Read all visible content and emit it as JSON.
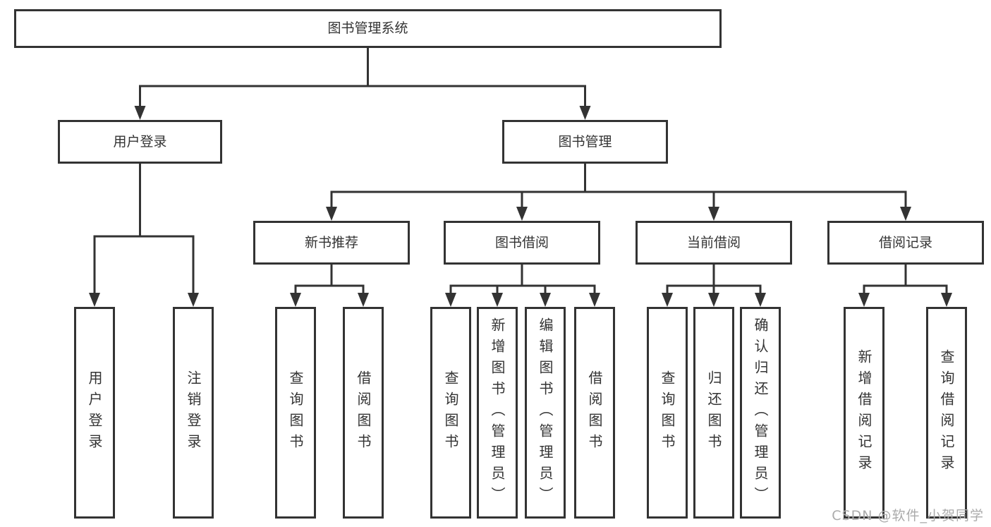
{
  "colors": {
    "line": "#333333",
    "text": "#333333",
    "watermark": "#ababab",
    "background": "#ffffff"
  },
  "watermark": {
    "text": "CSDN @软件_小贺同学"
  },
  "tree": {
    "label": "图书管理系统",
    "children": [
      {
        "label": "用户登录",
        "children": [
          {
            "label": "用户登录"
          },
          {
            "label": "注销登录"
          }
        ]
      },
      {
        "label": "图书管理",
        "children": [
          {
            "label": "新书推荐",
            "children": [
              {
                "label": "查询图书"
              },
              {
                "label": "借阅图书"
              }
            ]
          },
          {
            "label": "图书借阅",
            "children": [
              {
                "label": "查询图书"
              },
              {
                "label": "新增图书（管理员）"
              },
              {
                "label": "编辑图书（管理员）"
              },
              {
                "label": "借阅图书"
              }
            ]
          },
          {
            "label": "当前借阅",
            "children": [
              {
                "label": "查询图书"
              },
              {
                "label": "归还图书"
              },
              {
                "label": "确认归还（管理员）"
              }
            ]
          },
          {
            "label": "借阅记录",
            "children": [
              {
                "label": "新增借阅记录"
              },
              {
                "label": "查询借阅记录"
              }
            ]
          }
        ]
      }
    ]
  }
}
